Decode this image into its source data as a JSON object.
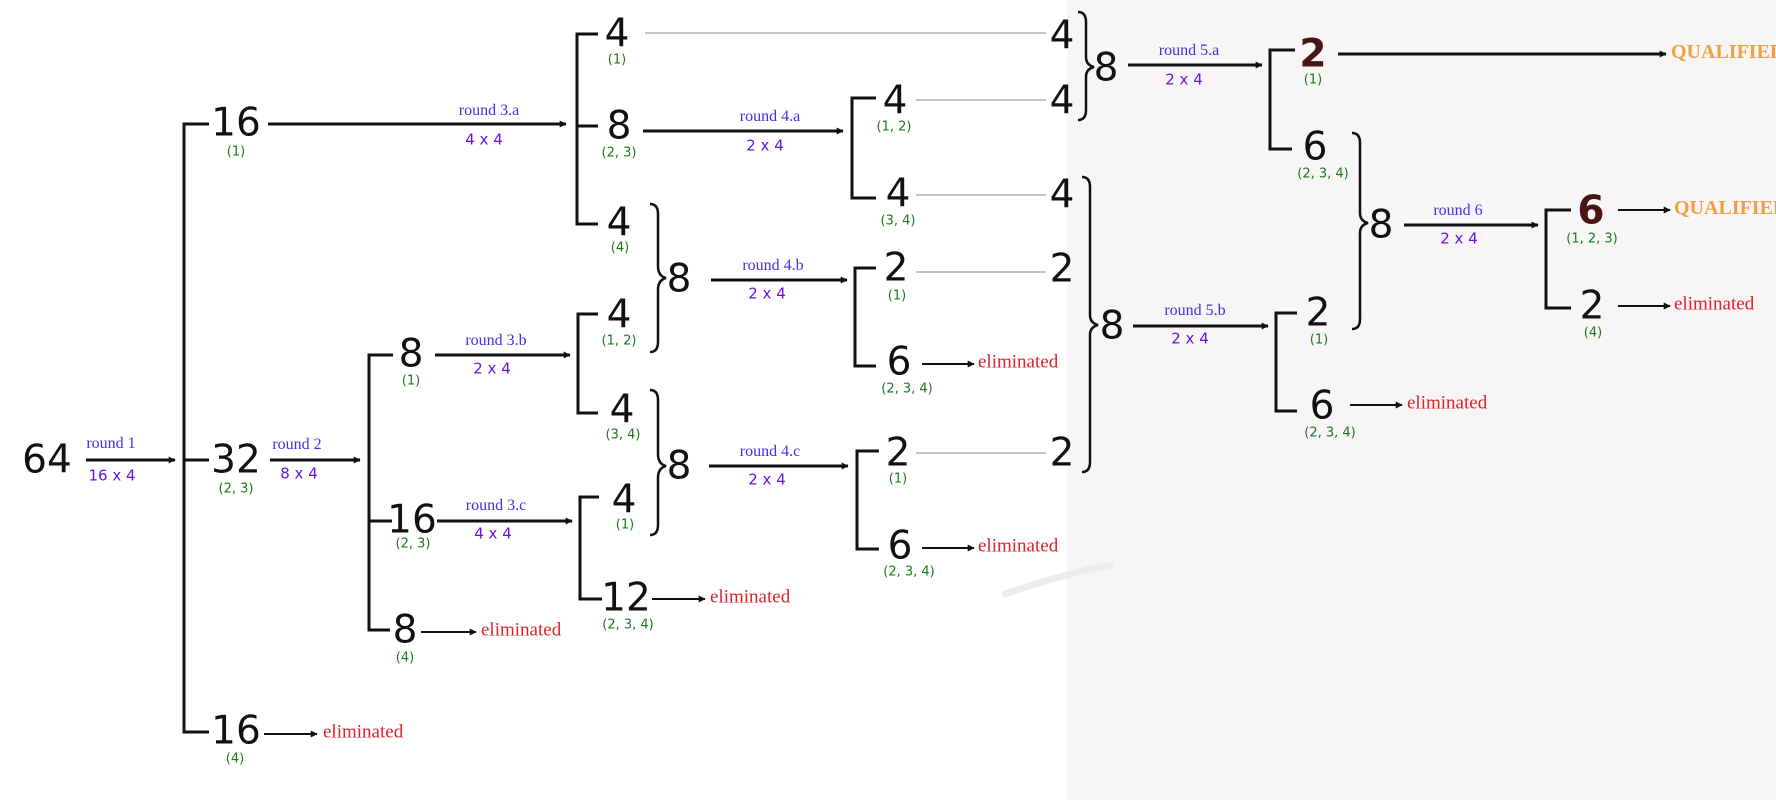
{
  "qualified_color": "#f0a040",
  "eliminated_color": "#e0202a",
  "format_color": "#6a11e8",
  "round_color": "#4a2be8",
  "group_color": "#1a7a1a",
  "nodes": {
    "start": "64",
    "r1_top": "16",
    "r1_top_g": "(1)",
    "r1_mid": "32",
    "r1_mid_g": "(2, 3)",
    "r1_bot": "16",
    "r1_bot_g": "(4)",
    "r2_a": "8",
    "r2_a_g": "(1)",
    "r2_b": "16",
    "r2_b_g": "(2, 3)",
    "r2_c": "8",
    "r2_c_g": "(4)",
    "r3a_1": "4",
    "r3a_1_g": "(1)",
    "r3a_2": "8",
    "r3a_2_g": "(2, 3)",
    "r3a_3": "4",
    "r3a_3_g": "(4)",
    "r3b_1": "4",
    "r3b_1_g": "(1, 2)",
    "r3b_2": "4",
    "r3b_2_g": "(3, 4)",
    "r3c_1": "4",
    "r3c_1_g": "(1)",
    "r3c_2": "12",
    "r3c_2_g": "(2, 3, 4)",
    "m4b": "8",
    "m4c": "8",
    "r4a_1": "4",
    "r4a_1_g": "(1, 2)",
    "r4a_2": "4",
    "r4a_2_g": "(3, 4)",
    "r4b_1": "2",
    "r4b_1_g": "(1)",
    "r4b_2": "6",
    "r4b_2_g": "(2, 3, 4)",
    "r4c_1": "2",
    "r4c_1_g": "(1)",
    "r4c_2": "6",
    "r4c_2_g": "(2, 3, 4)",
    "c1": "4",
    "c2": "4",
    "c3": "4",
    "c4": "2",
    "c5": "2",
    "m5a": "8",
    "m5b": "8",
    "r5a_1": "2",
    "r5a_1_g": "(1)",
    "r5a_2": "6",
    "r5a_2_g": "(2, 3, 4)",
    "r5b_1": "2",
    "r5b_1_g": "(1)",
    "r5b_2": "6",
    "r5b_2_g": "(2, 3, 4)",
    "m6": "8",
    "r6_1": "6",
    "r6_1_g": "(1, 2, 3)",
    "r6_2": "2",
    "r6_2_g": "(4)"
  },
  "rounds": {
    "r1": "round 1",
    "r1_f": "16 x 4",
    "r2": "round 2",
    "r2_f": "8 x 4",
    "r3a": "round 3.a",
    "r3a_f": "4 x 4",
    "r3b": "round 3.b",
    "r3b_f": "2 x 4",
    "r3c": "round 3.c",
    "r3c_f": "4 x 4",
    "r4a": "round 4.a",
    "r4a_f": "2 x 4",
    "r4b": "round 4.b",
    "r4b_f": "2 x 4",
    "r4c": "round 4.c",
    "r4c_f": "2 x 4",
    "r5a": "round 5.a",
    "r5a_f": "2 x 4",
    "r5b": "round 5.b",
    "r5b_f": "2 x 4",
    "r6": "round 6",
    "r6_f": "2 x 4"
  },
  "outcomes": {
    "eliminated": "eliminated",
    "qualified": "QUALIFIED"
  }
}
